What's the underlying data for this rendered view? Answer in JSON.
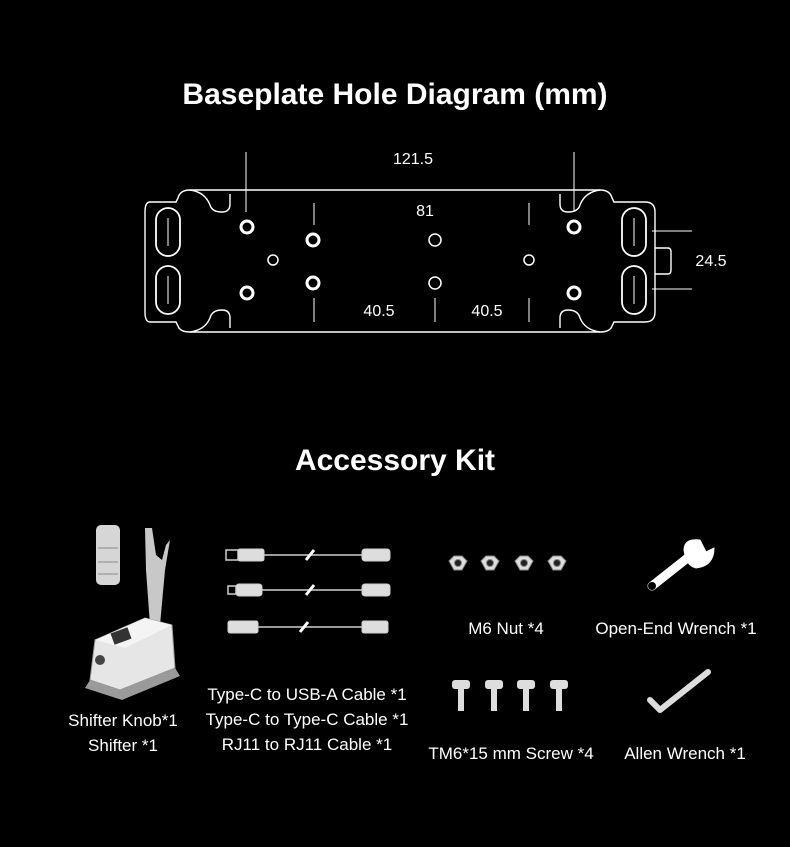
{
  "diagram": {
    "title": "Baseplate Hole Diagram (mm)",
    "dimensions": {
      "outer_hole_spacing": "121.5",
      "inner_hole_spacing": "81",
      "left_spacing": "40.5",
      "right_spacing": "40.5",
      "slot_spacing": "24.5"
    }
  },
  "kit": {
    "title": "Accessory Kit",
    "shifter_lines": [
      "Shifter Knob*1",
      "Shifter *1"
    ],
    "cable_lines": [
      "Type-C to USB-A Cable *1",
      "Type-C to Type-C Cable *1",
      "RJ11 to RJ11 Cable *1"
    ],
    "nut": "M6 Nut *4",
    "open_wrench": "Open-End Wrench *1",
    "screw": "TM6*15 mm Screw *4",
    "allen_wrench": "Allen Wrench *1"
  }
}
